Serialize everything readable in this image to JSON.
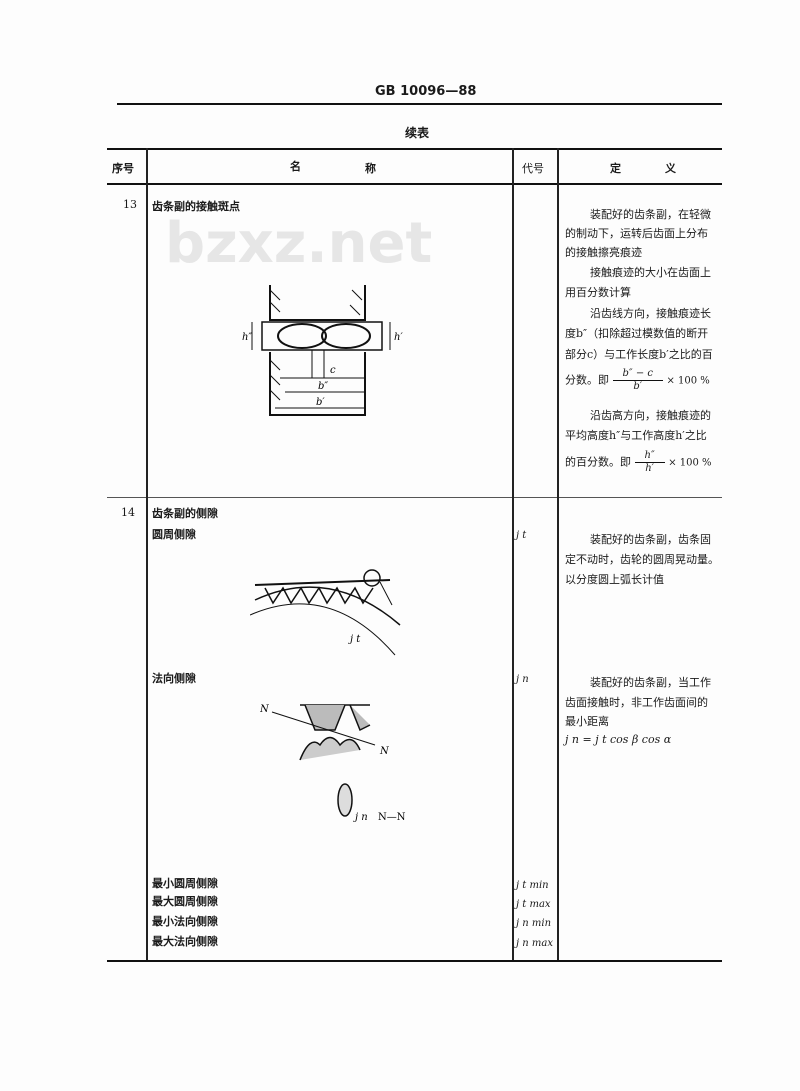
{
  "header": {
    "standard_no": "GB 10096—88",
    "table_caption": "续表",
    "watermark": "bzxz.net"
  },
  "columns": {
    "no": "序号",
    "name_1": "名",
    "name_2": "称",
    "symbol": "代号",
    "def_1": "定",
    "def_2": "义"
  },
  "rows": [
    {
      "no": "13",
      "name": "齿条副的接触斑点",
      "definition": [
        "装配好的齿条副，在轻微",
        "的制动下，运转后齿面上分布",
        "的接触擦亮痕迹",
        "接触痕迹的大小在齿面上",
        "用百分数计算",
        "沿齿线方向，接触痕迹长",
        "度b″（扣除超过模数值的断开",
        "部分c）与工作长度b′之比的百"
      ],
      "formula1": {
        "prefix": "分数。即",
        "num": "b″ − c",
        "den": "b′",
        "suffix": "× 100 %"
      },
      "definition2": [
        "沿齿高方向，接触痕迹的",
        "平均高度h″与工作高度h′之比"
      ],
      "formula2": {
        "prefix": "的百分数。即",
        "num": "h″",
        "den": "h′",
        "suffix": "× 100 %"
      },
      "diagram_labels": {
        "h2": "h″",
        "h1": "h′",
        "c": "c",
        "b2": "b″",
        "b1": "b′"
      }
    },
    {
      "no": "14",
      "name": "齿条副的侧隙",
      "sub1": {
        "name": "圆周侧隙",
        "symbol": "j t",
        "definition": [
          "装配好的齿条副，齿条固",
          "定不动时，齿轮的圆周晃动量。",
          "以分度圆上弧长计值"
        ],
        "diagram_label": "j t"
      },
      "sub2": {
        "name": "法向侧隙",
        "symbol": "j n",
        "definition": [
          "装配好的齿条副，当工作",
          "齿面接触时，非工作齿面间的",
          "最小距离",
          "j n = j t cos β cos α"
        ],
        "diagram_labels": {
          "n1": "N",
          "n2": "N",
          "section": "j n",
          "section_name": "N—N"
        }
      },
      "extremes": [
        {
          "name": "最小圆周侧隙",
          "symbol": "j t min"
        },
        {
          "name": "最大圆周侧隙",
          "symbol": "j t max"
        },
        {
          "name": "最小法向侧隙",
          "symbol": "j n min"
        },
        {
          "name": "最大法向侧隙",
          "symbol": "j n max"
        }
      ]
    }
  ]
}
